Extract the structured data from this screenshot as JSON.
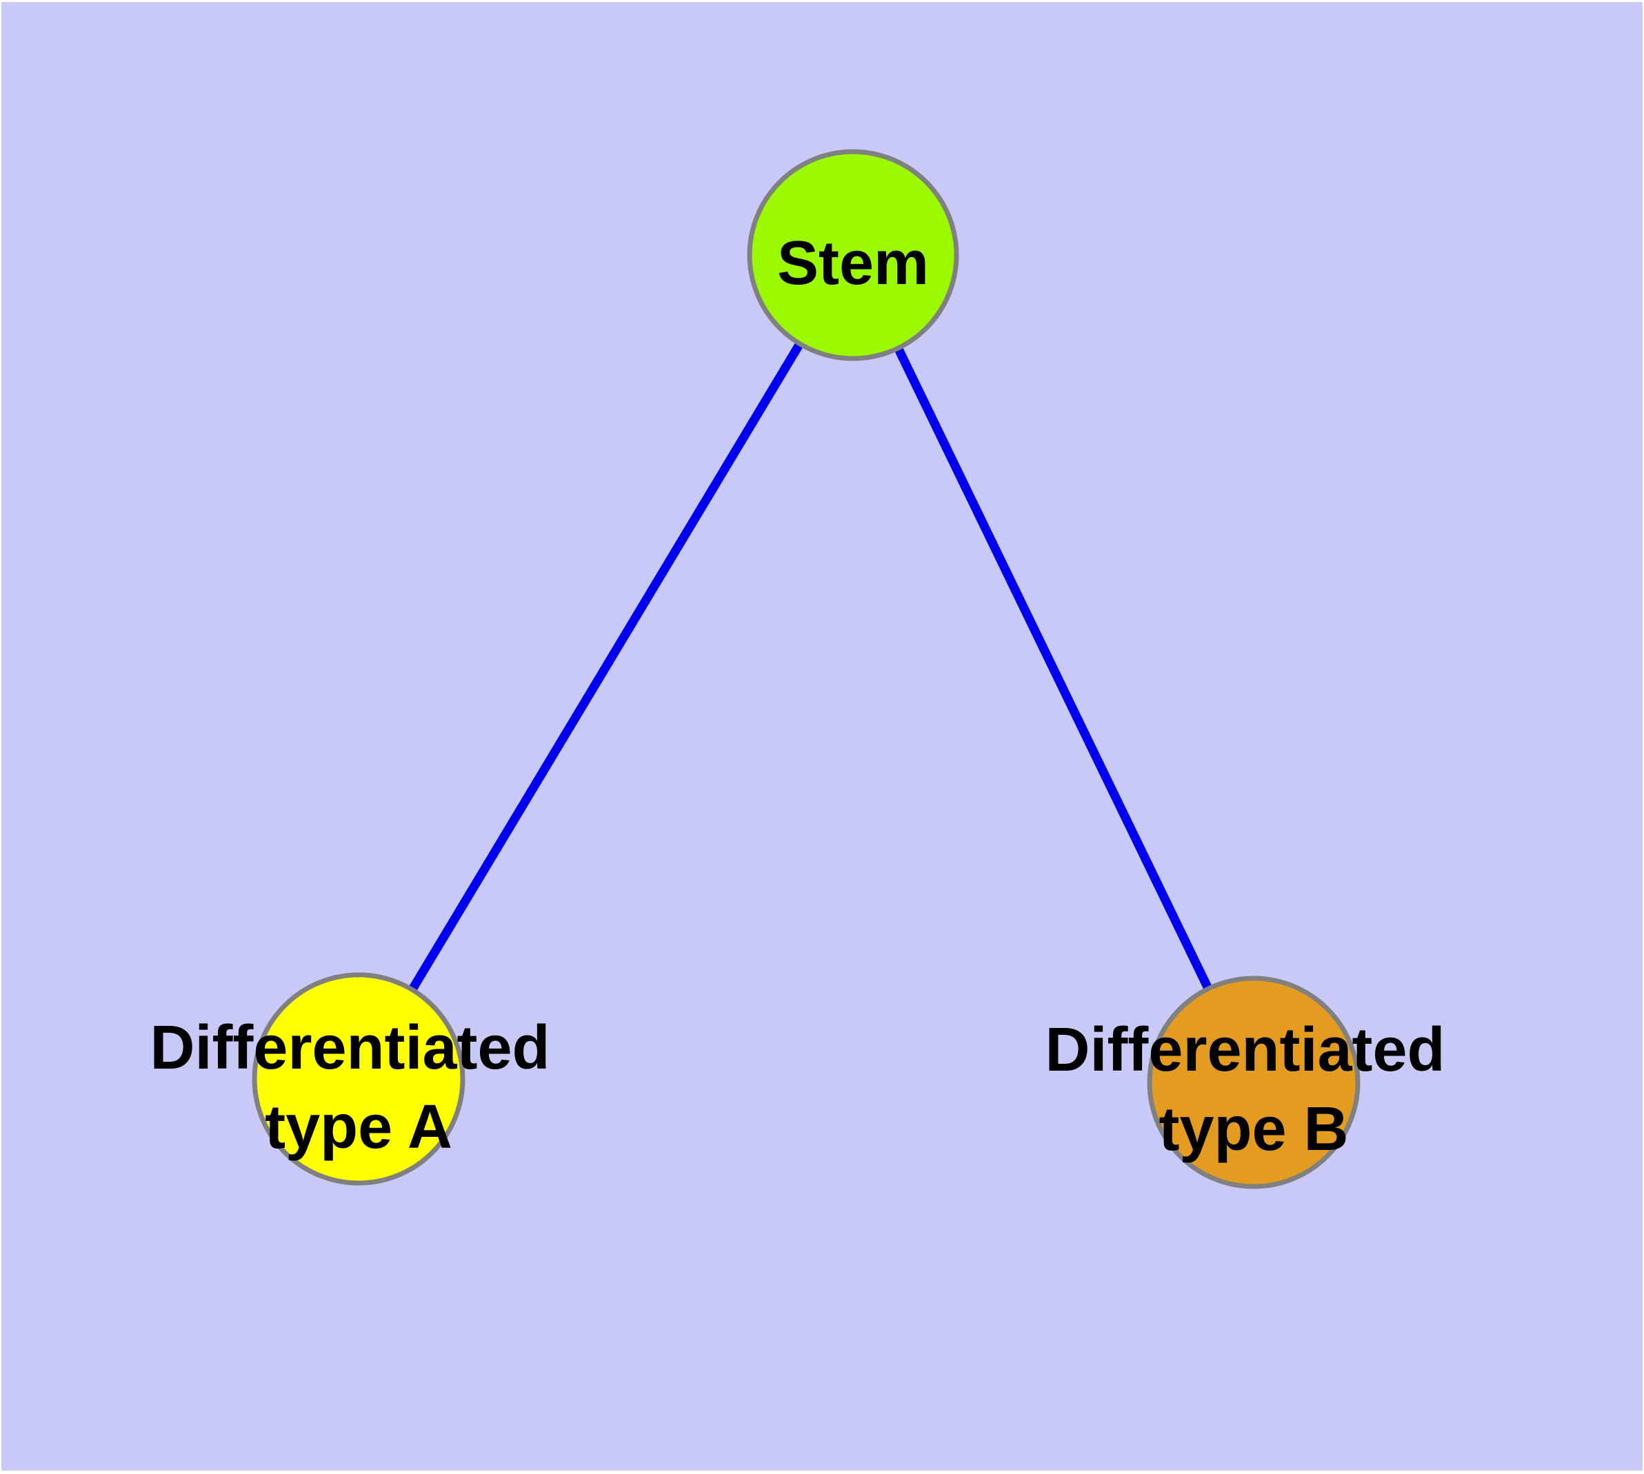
{
  "diagram": {
    "background_color": "#C9C9F7",
    "node_border_color": "#808080",
    "label_color": "#000000",
    "nodes": {
      "stem": {
        "label": "Stem",
        "fill": "#9CFA00"
      },
      "type_a": {
        "label": "Differentiated type A",
        "label_line1": "Differentiated",
        "label_line2": "type A",
        "fill": "#FFFF00"
      },
      "type_b": {
        "label": "Differentiated type B",
        "label_line1": "Differentiated",
        "label_line2": "type B",
        "fill": "#E39C20"
      }
    },
    "edges": {
      "color": "#0000EE",
      "list": [
        {
          "from": "Stem",
          "to": "Differentiated type A"
        },
        {
          "from": "Stem",
          "to": "Differentiated type B"
        }
      ]
    }
  }
}
